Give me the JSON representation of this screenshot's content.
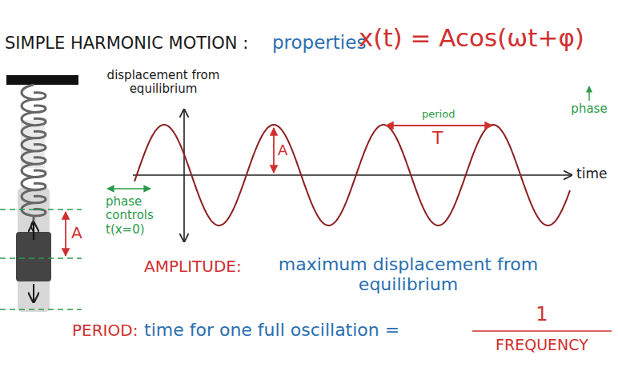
{
  "diagram": {
    "title": "SIMPLE HARMONIC MOTION :",
    "labels": [
      "properties",
      "x(t) = Acos(ωt+φ)",
      "phase",
      "displacement from equilibrium",
      "A",
      "period",
      "T",
      "time",
      "phase controls t(x=0)",
      "A",
      "AMPLITUDE:",
      "maximum displacement from equilibrium",
      "PERIOD:",
      "time for one full oscillation =",
      "1",
      "FREQUENCY"
    ]
  }
}
